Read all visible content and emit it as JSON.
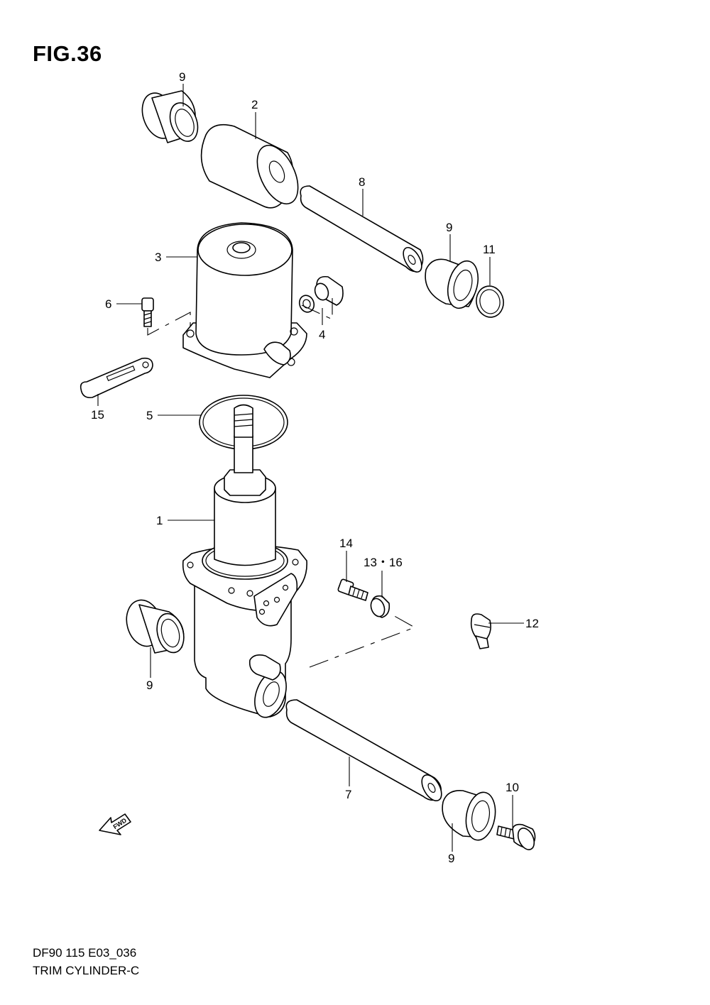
{
  "figure": {
    "title": "FIG.36"
  },
  "footer": {
    "code": "DF90 115 E03_036",
    "name": "TRIM CYLINDER-C"
  },
  "orientation": {
    "fwd_label": "FWD"
  },
  "callouts": {
    "c1": "1",
    "c2": "2",
    "c3": "3",
    "c4": "4",
    "c5": "5",
    "c6": "6",
    "c7": "7",
    "c8": "8",
    "c9a": "9",
    "c9b": "9",
    "c9c": "9",
    "c9d": "9",
    "c10": "10",
    "c11": "11",
    "c12": "12",
    "c13_16": "13・16",
    "c14": "14",
    "c15": "15"
  }
}
